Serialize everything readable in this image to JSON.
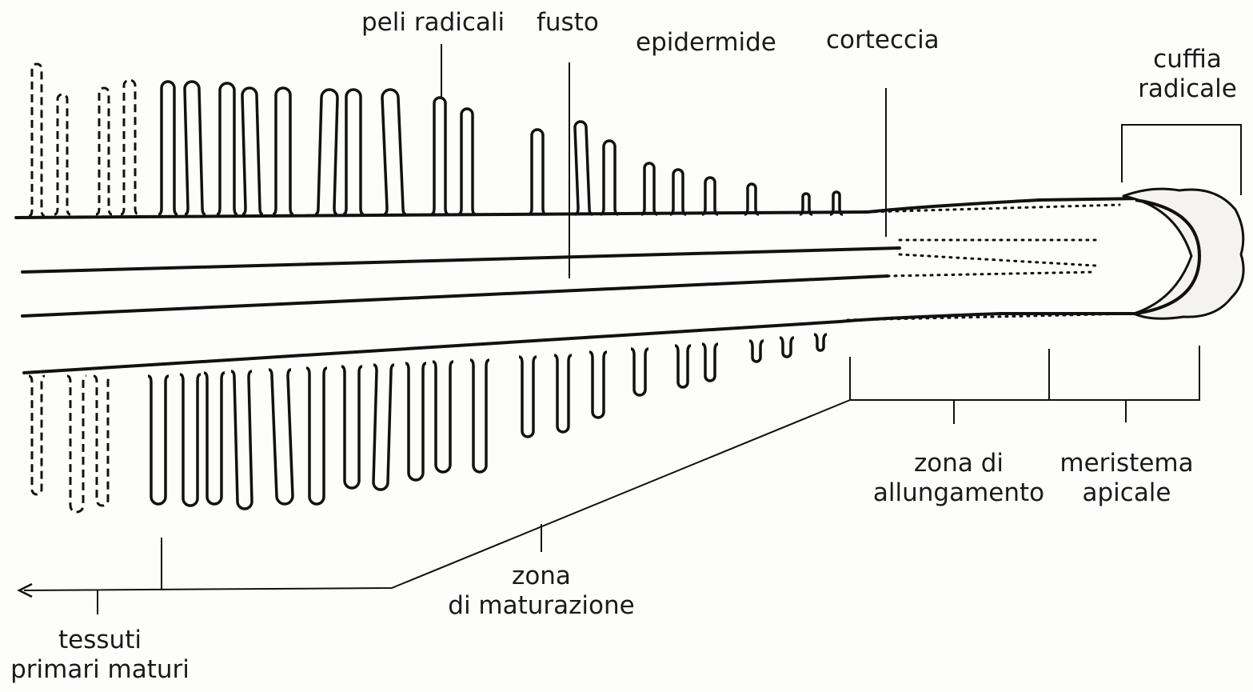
{
  "labels": {
    "peli_radicali": "peli radicali",
    "fusto": "fusto",
    "epidermide": "epidermide",
    "corteccia": "corteccia",
    "cuffia_line1": "cuffia",
    "cuffia_line2": "radicale",
    "zona_allungamento_line1": "zona di",
    "zona_allungamento_line2": "allungamento",
    "meristema_line1": "meristema",
    "meristema_line2": "apicale",
    "zona_maturazione_line1": "zona",
    "zona_maturazione_line2": "di maturazione",
    "tessuti_line1": "tessuti",
    "tessuti_line2": "primari maturi"
  },
  "colors": {
    "ink": "#111111",
    "paper": "#fdfdfb",
    "cap_fill": "#f4f3ef"
  }
}
